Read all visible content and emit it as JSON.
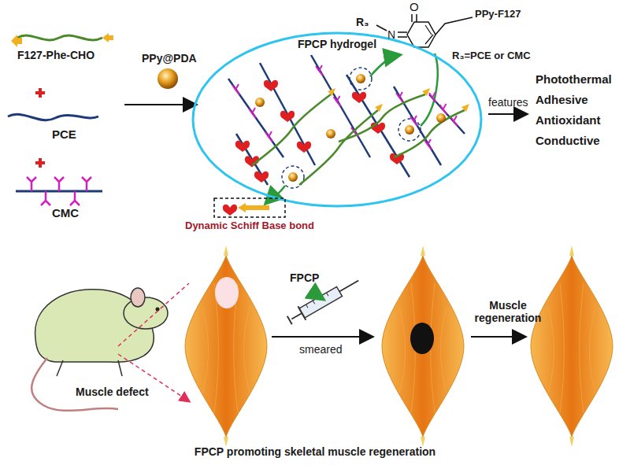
{
  "diagram": {
    "caption": "FPCP promoting skeletal muscle regeneration",
    "nodes": [
      {
        "text": [
          "FPCP hydrogel"
        ]
      },
      {
        "text": [
          "Dynamic Schiff Base bond"
        ]
      }
    ],
    "labels": [
      "F127-Phe-CHO",
      "PCE",
      "CMC",
      "PPy@PDA",
      "O",
      "R₃",
      "N",
      "PPy-F127",
      "R₃=PCE or CMC",
      "features",
      "Photothermal",
      "Adhesive",
      "Antioxidant",
      "Conductive",
      "FPCP",
      "smeared",
      "Muscle defect",
      "Muscle regeneration"
    ]
  }
}
